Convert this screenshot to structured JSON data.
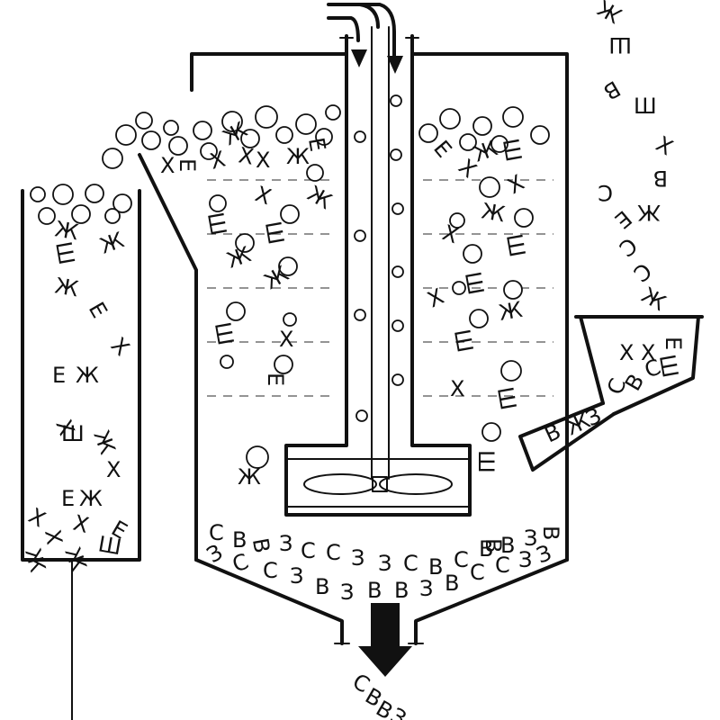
{
  "colors": {
    "ink": "#111111",
    "paper": "#ffffff",
    "waterline": "#555555"
  },
  "feed_chute": {
    "glyphs": [
      "В",
      "Ж",
      "З",
      "С",
      "В",
      "С",
      "Х",
      "Х",
      "Е",
      "Ш"
    ]
  },
  "falling_stream": {
    "glyphs": [
      "Ж",
      "Ш",
      "В",
      "Ш",
      "Х",
      "В",
      "С",
      "Ж",
      "Е",
      "С",
      "С",
      "Ж"
    ]
  },
  "froth_launder": {
    "glyphs": [
      "Ш",
      "Ж",
      "Ж",
      "Ж",
      "Е",
      "Х",
      "Ж",
      "Е",
      "Х",
      "Ж",
      "Ш",
      "Х",
      "Е",
      "Ж",
      "Х",
      "Х",
      "Х",
      "Е",
      "Ж",
      "Ж",
      "Ш"
    ]
  },
  "cell_left_zone": {
    "glyphs": [
      "Х",
      "Е",
      "Х",
      "Ж",
      "Х",
      "Е",
      "Х",
      "Ж",
      "Ш",
      "Ш",
      "Ж",
      "Ж",
      "Ш",
      "Х",
      "Х",
      "Ж",
      "Е",
      "Ж"
    ]
  },
  "cell_right_zone": {
    "glyphs": [
      "Е",
      "Х",
      "Ж",
      "Ш",
      "Х",
      "Ж",
      "Х",
      "Ш",
      "Ш",
      "Х",
      "Ж",
      "Ш",
      "Х",
      "Ш",
      "Ш"
    ]
  },
  "sediment": {
    "glyphs": [
      "С",
      "В",
      "В",
      "З",
      "С",
      "С",
      "З",
      "З",
      "С",
      "В",
      "С",
      "В",
      "В",
      "З",
      "В",
      "З",
      "С",
      "С",
      "З",
      "В",
      "З",
      "В",
      "В",
      "З",
      "В",
      "С",
      "С",
      "З",
      "В",
      "З"
    ]
  },
  "discharge": {
    "glyphs": [
      "С",
      "В",
      "В",
      "З"
    ]
  }
}
